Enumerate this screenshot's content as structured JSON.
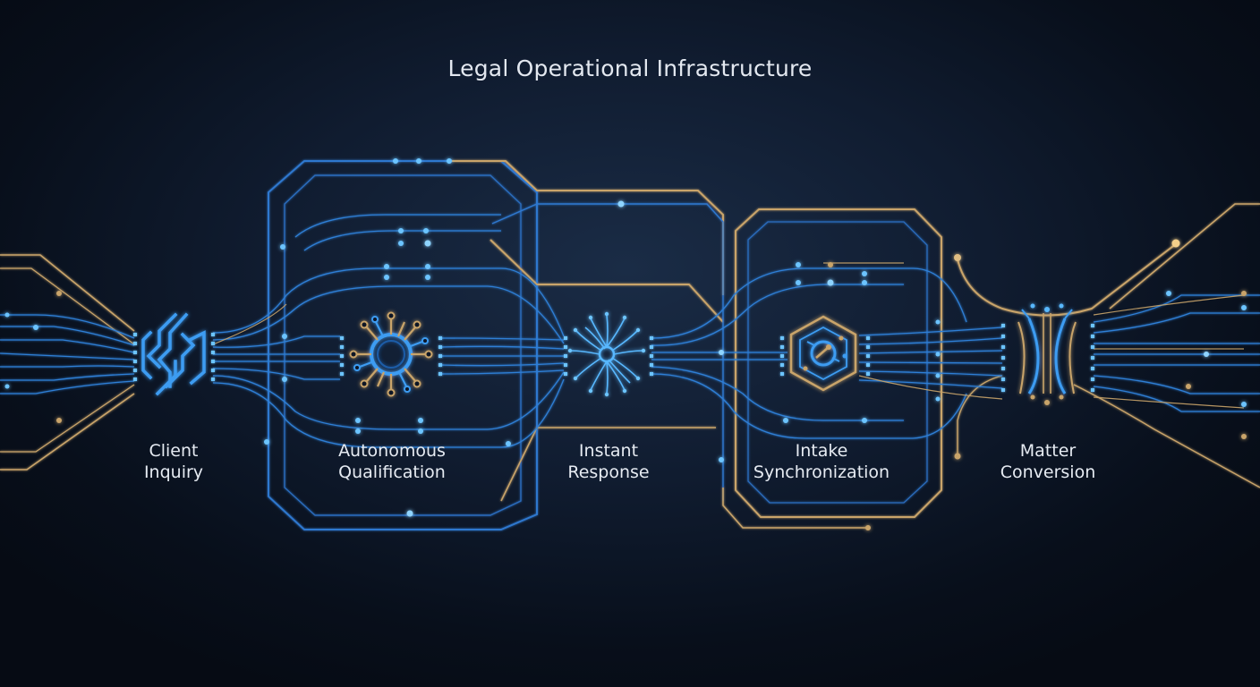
{
  "title": "Legal Operational Infrastructure",
  "colors": {
    "background": "#0a1220",
    "blue_trace": "#2f7fd6",
    "bright_blue": "#58b8ff",
    "gold_trace": "#c9a46a",
    "label_text": "#e6ebf2"
  },
  "stages": [
    {
      "line1": "Client",
      "line2": "Inquiry",
      "icon": "angular-chip-icon"
    },
    {
      "line1": "Autonomous",
      "line2": "Qualification",
      "icon": "gear-network-icon"
    },
    {
      "line1": "Instant",
      "line2": "Response",
      "icon": "radial-burst-icon"
    },
    {
      "line1": "Intake",
      "line2": "Synchronization",
      "icon": "hexagon-sync-icon"
    },
    {
      "line1": "Matter",
      "line2": "Conversion",
      "icon": "funnel-convergence-icon"
    }
  ]
}
